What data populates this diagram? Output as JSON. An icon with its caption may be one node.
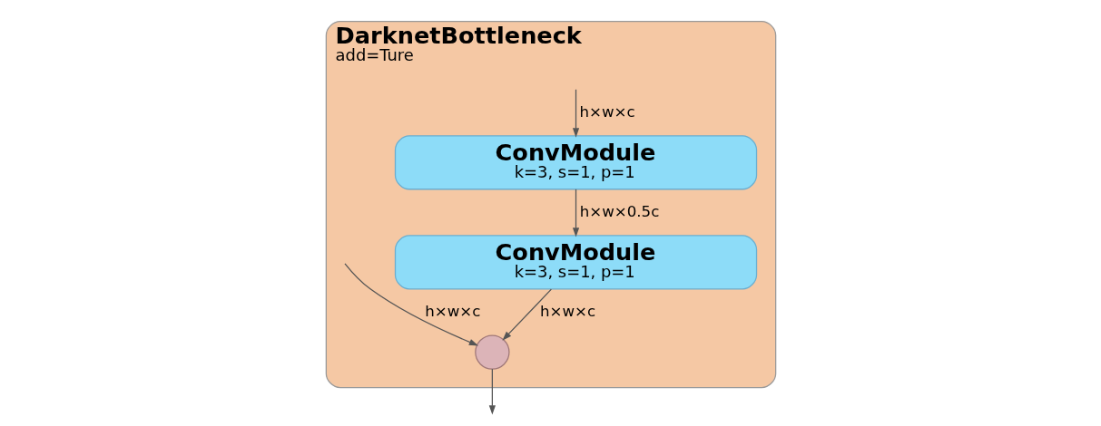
{
  "diagram": {
    "nodes": [
      {
        "text": [
          "DarknetBottleneck",
          "add=Ture"
        ]
      },
      {
        "text": [
          "ConvModule",
          "k=3, s=1, p=1"
        ],
        "in": 0
      },
      {
        "text": [
          "ConvModule",
          "k=3, s=1, p=1"
        ],
        "in": 0
      },
      {
        "text": [],
        "shape": "circle",
        "in": 0
      }
    ],
    "edges": [
      {
        "from": null,
        "to": 1,
        "arrow": "to",
        "label": "h×w×c"
      },
      {
        "from": 1,
        "to": 2,
        "arrow": "to",
        "label": "h×w×0.5c"
      },
      {
        "from": 2,
        "to": 3,
        "arrow": "to",
        "label": "h×w×c"
      },
      {
        "from": null,
        "to": 3,
        "arrow": "to",
        "label": "h×w×c"
      },
      {
        "from": 3,
        "to": null,
        "arrow": "to"
      }
    ]
  }
}
